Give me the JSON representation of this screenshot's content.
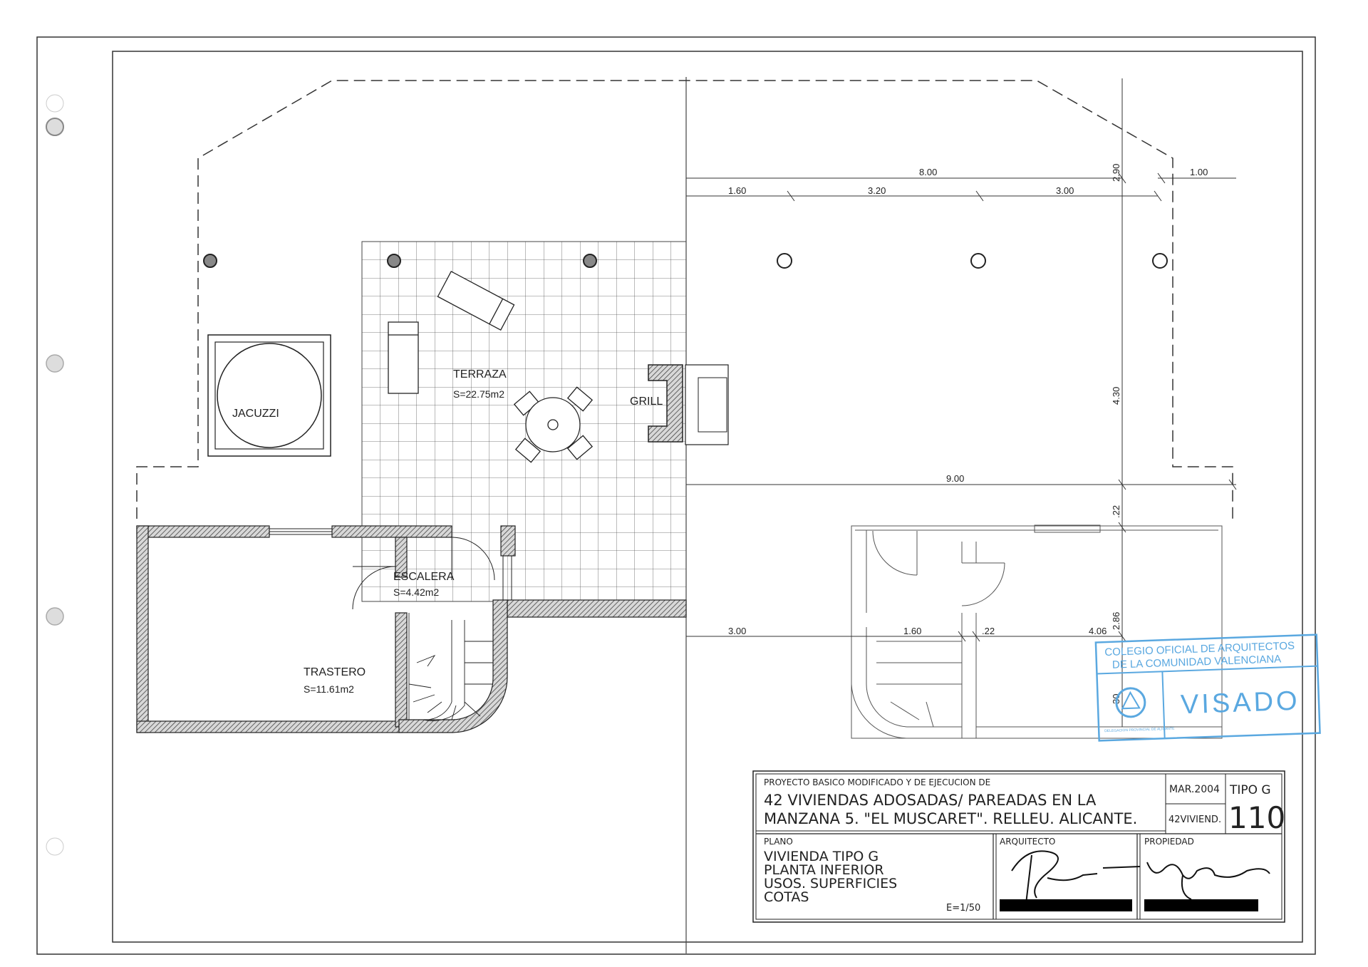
{
  "rooms": {
    "jacuzzi": "JACUZZI",
    "terraza": "TERRAZA",
    "terraza_area": "S=22.75m2",
    "grill": "GRILL",
    "escalera": "ESCALERA",
    "escalera_area": "S=4.42m2",
    "trastero": "TRASTERO",
    "trastero_area": "S=11.61m2"
  },
  "dimensions": {
    "top_total": "8.00",
    "top_a": "1.60",
    "top_b": "3.20",
    "top_c": "3.00",
    "right_overhang": "1.00",
    "vert_top": "2.90",
    "vert_mid": "4.30",
    "mid_total": "9.00",
    "vert_small": ".22",
    "low_a": "3.00",
    "low_b": "1.60",
    "low_c": ".22",
    "low_d": "4.06",
    "vert_low": "2.86",
    "vert_bottom": "30"
  },
  "stamp": {
    "line1": "COLEGIO OFICIAL DE ARQUITECTOS",
    "line2": "DE LA COMUNIDAD VALENCIANA",
    "visado": "VISADO",
    "seal_text": "DELEGACION PROVINCIAL DE ALICANTE"
  },
  "title_block": {
    "project_small": "PROYECTO BASICO MODIFICADO   Y DE EJECUCION DE",
    "project_line1": "42 VIVIENDAS ADOSADAS/ PAREADAS EN LA",
    "project_line2": "MANZANA 5. \"EL MUSCARET\". RELLEU. ALICANTE.",
    "date": "MAR.2004",
    "tipo": "TIPO G",
    "code": "42VIVIEND.",
    "sheet_number": "110",
    "plano_label": "PLANO",
    "plano_line1": "VIVIENDA TIPO G",
    "plano_line2": "PLANTA INFERIOR",
    "plano_line3": "USOS. SUPERFICIES",
    "plano_line4": "COTAS",
    "scale": "E=1/50",
    "arquitecto_label": "ARQUITECTO",
    "propiedad_label": "PROPIEDAD"
  },
  "colors": {
    "ink": "#222222",
    "stamp_blue": "#5aa8e0",
    "hatch": "#666666",
    "redaction": "#000000"
  }
}
